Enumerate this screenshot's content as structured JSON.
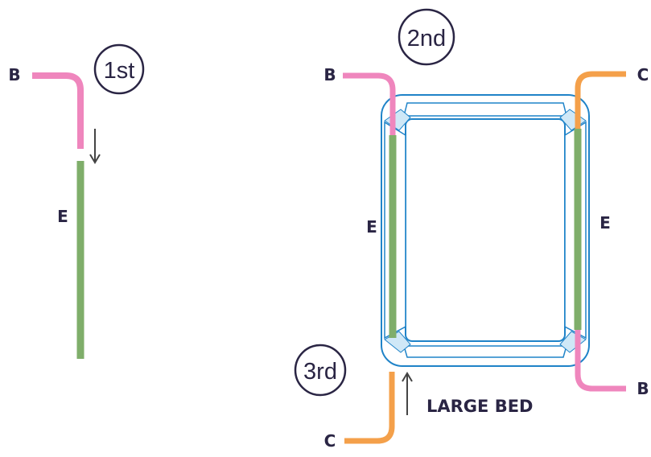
{
  "colors": {
    "pink": "#ef86bd",
    "green": "#7fae6a",
    "orange": "#f4a04a",
    "blue": "#1f83c8",
    "light_blue": "#cfe8f7",
    "dark": "#2a2544"
  },
  "steps": {
    "first": "1st",
    "second": "2nd",
    "third": "3rd"
  },
  "labels": {
    "b_left_step1": "B",
    "e_left_step1": "E",
    "b_top_left": "B",
    "c_top_right": "C",
    "e_left_side": "E",
    "e_right_side": "E",
    "b_bottom_right": "B",
    "c_bottom_left": "C"
  },
  "caption": "LARGE BED"
}
